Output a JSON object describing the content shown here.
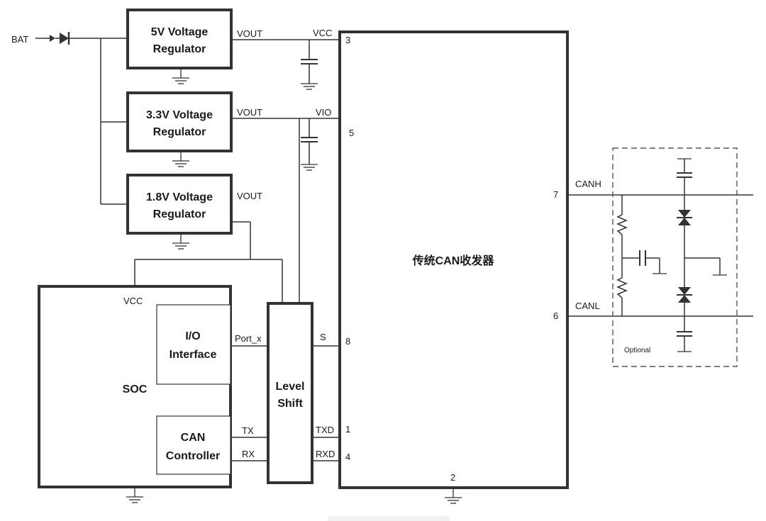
{
  "bat_label": "BAT",
  "regulators": [
    {
      "line1": "5V Voltage",
      "line2": "Regulator",
      "out_label": "VOUT"
    },
    {
      "line1": "3.3V Voltage",
      "line2": "Regulator",
      "out_label": "VOUT"
    },
    {
      "line1": "1.8V Voltage",
      "line2": "Regulator",
      "out_label": "VOUT"
    }
  ],
  "soc": {
    "label": "SOC",
    "vcc_label": "VCC",
    "io_line1": "I/O",
    "io_line2": "Interface",
    "can_line1": "CAN",
    "can_line2": "Controller",
    "port_label": "Port_x",
    "tx_label": "TX",
    "rx_label": "RX"
  },
  "level_shift": {
    "line1": "Level",
    "line2": "Shift"
  },
  "transceiver": {
    "label": "传统CAN收发器",
    "vcc_label": "VCC",
    "vio_label": "VIO",
    "s_label": "S",
    "txd_label": "TXD",
    "rxd_label": "RXD",
    "canh_label": "CANH",
    "canl_label": "CANL",
    "pins": {
      "vcc": "3",
      "vio": "5",
      "s": "8",
      "txd": "1",
      "rxd": "4",
      "gnd": "2",
      "canh": "7",
      "canl": "6"
    }
  },
  "optional_label": "Optional"
}
